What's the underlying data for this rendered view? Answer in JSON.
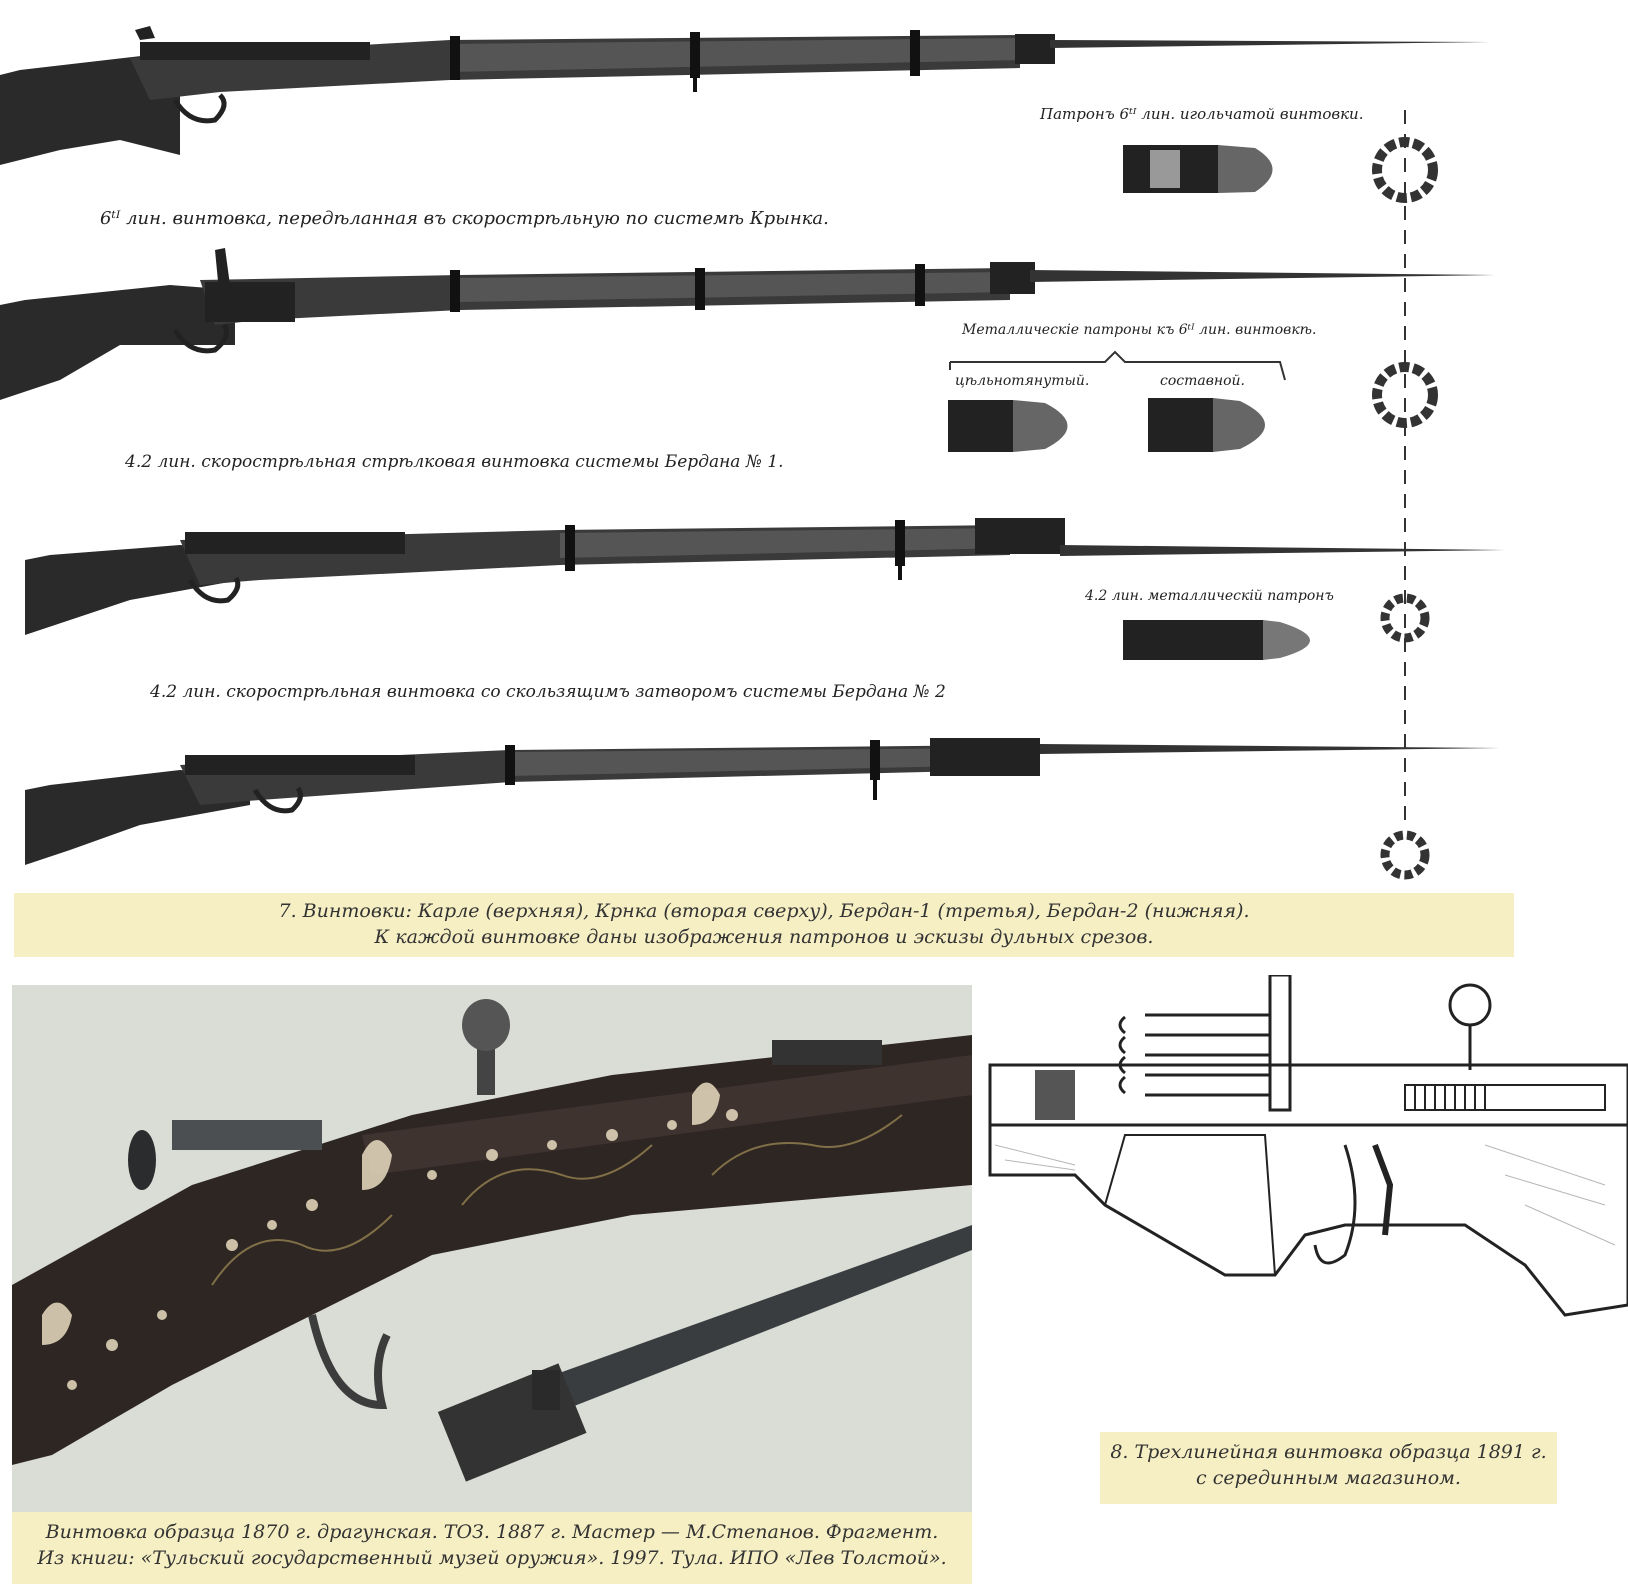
{
  "plate7": {
    "labels": {
      "cartridge_carle": "Патронъ 6ᵗᴵ лин. игольчатой винтовки.",
      "rifle_krnka": "6ᵗᴵ лин. винтовка, передѣланная въ скорострѣльную по системѣ Крынка.",
      "metal_cartridges": "Металлическіе патроны къ 6ᵗᴵ лин. винтовкѣ.",
      "solid_drawn": "цѣльнотянутый.",
      "composite": "составной.",
      "rifle_berdan1": "4.2 лин. скорострѣльная стрѣлковая винтовка системы Бердана № 1.",
      "cartridge_42": "4.2 лин. металлическій патронъ",
      "rifle_berdan2": "4.2 лин. скорострѣльная винтовка со скользящимъ затворомъ системы Бердана № 2"
    },
    "caption": {
      "line1": "7. Винтовки: Карле (верхняя), Крнка (вторая сверху), Бердан-1 (третья), Бердан-2 (нижняя).",
      "line2": "К каждой винтовке даны изображения патронов и эскизы дульных срезов."
    }
  },
  "photo": {
    "caption": {
      "line1": "Винтовка образца 1870 г. драгунская. ТОЗ. 1887 г. Мастер — М.Степанов. Фрагмент.",
      "line2": "Из книги: «Тульский государственный музей оружия». 1997. Тула. ИПО «Лев Толстой»."
    }
  },
  "plate8": {
    "caption": {
      "line1": "8. Трехлинейная винтовка образца 1891 г.",
      "line2": "с серединным магазином."
    }
  },
  "colors": {
    "caption_bg": "#f6efc4",
    "photo_bg": "#dadcd6",
    "rifle_wood": "#2e2622",
    "engraving_ink": "#1a1a1a"
  }
}
